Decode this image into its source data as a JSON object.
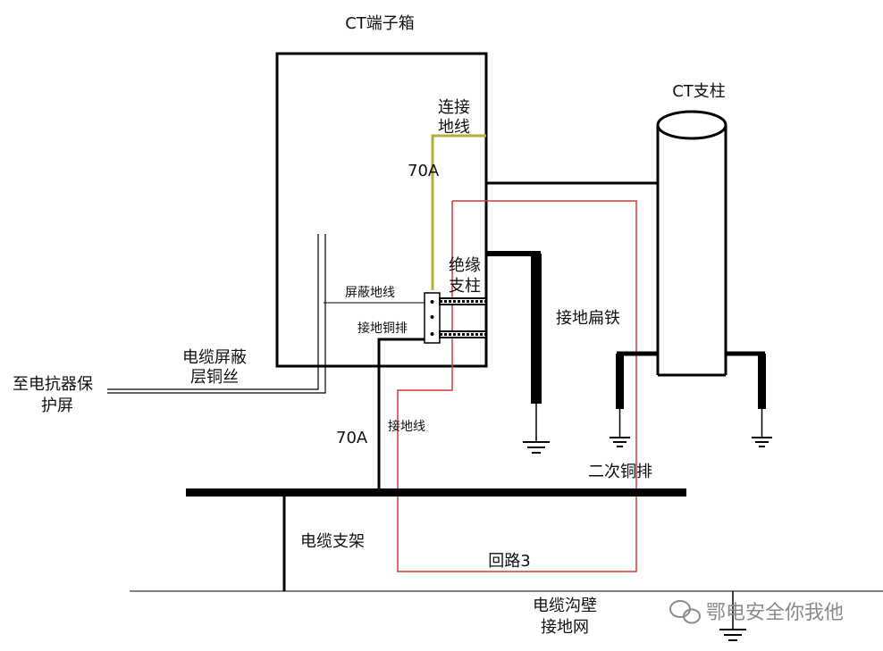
{
  "diagram": {
    "labels": {
      "ct_box": "CT端子箱",
      "ct_column": "CT支柱",
      "connect_ground_line_1": "连接",
      "connect_ground_line_2": "地线",
      "wire_70a_top": "70A",
      "insulator_1": "绝缘",
      "insulator_2": "支柱",
      "shield_ground_line": "屏蔽地线",
      "ground_copper_bar": "接地铜排",
      "ground_flat_iron": "接地扁铁",
      "cable_shield_1": "电缆屏蔽",
      "cable_shield_2": "层铜丝",
      "to_reactor_1": "至电抗器保",
      "to_reactor_2": "护屏",
      "wire_70a_bottom": "70A",
      "ground_wire": "接地线",
      "secondary_copper_bar": "二次铜排",
      "cable_bracket": "电缆支架",
      "loop": "回路3",
      "trench_wall_1": "电缆沟壁",
      "trench_wall_2": "接地网",
      "watermark": "鄂电安全你我他"
    },
    "colors": {
      "line": "#000000",
      "yellow_wire": "#b5ad3a",
      "red_loop": "#d63a3a",
      "watermark": "#8a8a8a"
    }
  }
}
